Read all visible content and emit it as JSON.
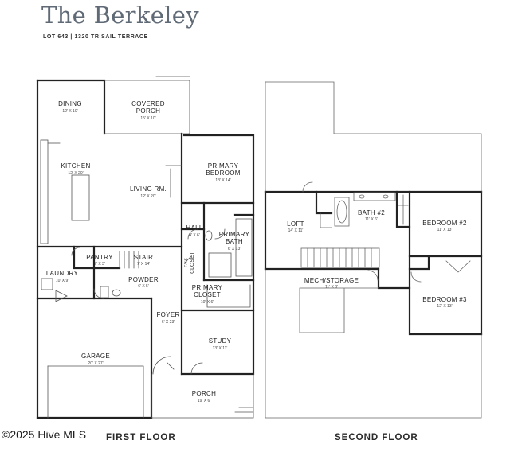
{
  "header": {
    "title": "The Berkeley",
    "lot": "LOT 643 | 1320 TRISAIL TERRACE"
  },
  "first_floor": {
    "label": "FIRST FLOOR",
    "rooms": [
      {
        "name": "DINING",
        "dims": "12' X 10'"
      },
      {
        "name": "COVERED",
        "name2": "PORCH",
        "dims": "15' X 10'"
      },
      {
        "name": "KITCHEN",
        "dims": "12' X 20'"
      },
      {
        "name": "LIVING RM.",
        "dims": "12' X 20'"
      },
      {
        "name": "PRIMARY",
        "name2": "BEDROOM",
        "dims": "13' X 14'"
      },
      {
        "name": "HALL",
        "dims": "4' X 6'"
      },
      {
        "name": "PRIMARY",
        "name2": "BATH",
        "dims": "6' X 13'"
      },
      {
        "name": "PANTRY",
        "dims": "7' X 3'"
      },
      {
        "name": "STAIR",
        "dims": "7' X 14'"
      },
      {
        "name": "LAUNDRY",
        "dims": "10' X 9'"
      },
      {
        "name": "POWDER",
        "dims": "6' X 5'"
      },
      {
        "name": "PRIMARY",
        "name2": "CLOSET",
        "dims": "10' X 6'"
      },
      {
        "name": "FOYER",
        "dims": "6' X 23'"
      },
      {
        "name": "GARAGE",
        "dims": "20' X 27'"
      },
      {
        "name": "STUDY",
        "dims": "13' X 11'"
      },
      {
        "name": "PORCH",
        "dims": "19' X 6'"
      },
      {
        "name": "F.V.S",
        "name2": "CLOSET"
      }
    ]
  },
  "second_floor": {
    "label": "SECOND FLOOR",
    "rooms": [
      {
        "name": "LOFT",
        "dims": "14' X 11'"
      },
      {
        "name": "BATH #2",
        "dims": "11' X 6'"
      },
      {
        "name": "BEDROOM #2",
        "dims": "11' X 13'"
      },
      {
        "name": "MECH/STORAGE",
        "dims": "11' X 8'"
      },
      {
        "name": "BEDROOM #3",
        "dims": "12' X 13'"
      }
    ]
  },
  "watermark": "©2025 Hive MLS"
}
